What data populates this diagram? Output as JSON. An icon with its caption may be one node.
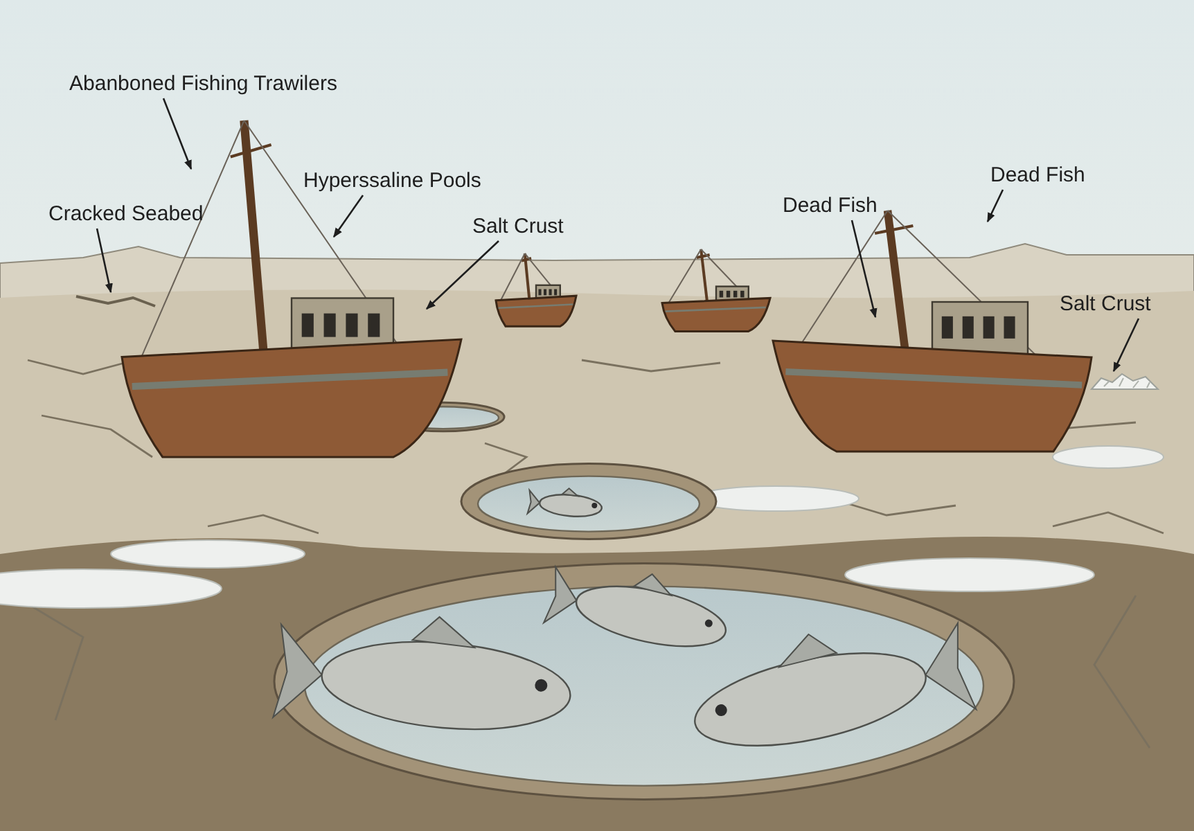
{
  "diagram": {
    "nodes": [
      {
        "text": [
          "Abanboned Fishing Trawilers"
        ]
      },
      {
        "text": [
          "Cracked Seabed"
        ]
      },
      {
        "text": [
          "Hyperssaline Pools"
        ]
      },
      {
        "text": [
          "Salt Crust"
        ]
      },
      {
        "text": [
          "Dead Fish"
        ]
      },
      {
        "text": [
          "Dead Fish"
        ]
      },
      {
        "text": [
          "Salt Crust"
        ]
      },
      {
        "text": [],
        "shape": "picture"
      },
      {
        "text": [],
        "shape": "picture"
      },
      {
        "text": [],
        "shape": "picture"
      }
    ],
    "edges": [
      {
        "from": 0,
        "to": 7,
        "arrow": "to"
      },
      {
        "from": 1,
        "to": 8,
        "arrow": "to"
      },
      {
        "from": 2,
        "to": 7,
        "arrow": "to"
      },
      {
        "from": 3,
        "to": 7,
        "arrow": "to"
      },
      {
        "from": 4,
        "to": null,
        "arrow": "to"
      },
      {
        "from": 5,
        "to": null,
        "arrow": "to"
      },
      {
        "from": 6,
        "to": 9,
        "arrow": "to"
      }
    ]
  }
}
